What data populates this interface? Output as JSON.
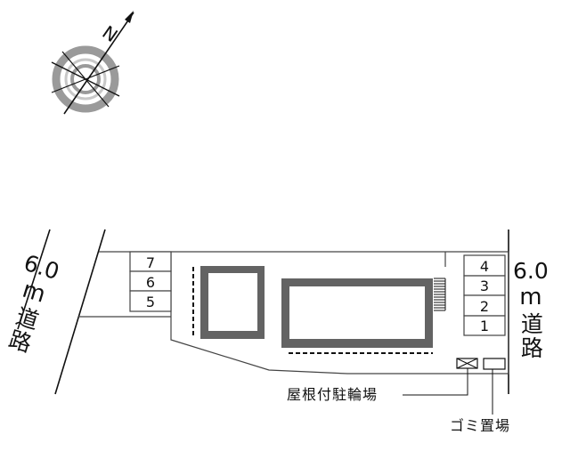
{
  "compass": {
    "north_letter": "N"
  },
  "roads": {
    "west": {
      "width": "6.0",
      "unit": "m",
      "name": "道路"
    },
    "east": {
      "width": "6.0",
      "unit": "m",
      "name": "道路"
    }
  },
  "parking": {
    "west_stalls": [
      "7",
      "6",
      "5"
    ],
    "east_stalls": [
      "4",
      "3",
      "2",
      "1"
    ]
  },
  "facilities": {
    "bicycle_parking": "屋根付駐輪場",
    "garbage_area": "ゴミ置場"
  },
  "colors": {
    "building_fill": "#636363",
    "compass_ring": "#9a9a9a",
    "line": "#111111"
  }
}
